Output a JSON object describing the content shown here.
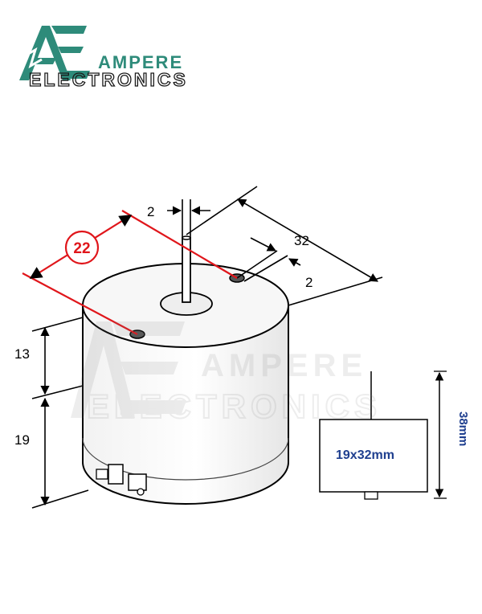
{
  "brand": {
    "mark": "AE",
    "line1": "AMPERE",
    "line2": "ELECTRONICS",
    "color": "#2e8b7a"
  },
  "diagram": {
    "dims": {
      "shaft_width": "2",
      "hole_spacing": "22",
      "diameter": "32",
      "hole_offset": "2",
      "body_upper_height": "13",
      "body_lower_height": "19"
    },
    "inset": {
      "box_label": "19x32mm",
      "height_label": "38mm"
    },
    "colors": {
      "highlight": "#e0161b",
      "inset_text": "#1f3f8f",
      "line": "#000000"
    }
  }
}
